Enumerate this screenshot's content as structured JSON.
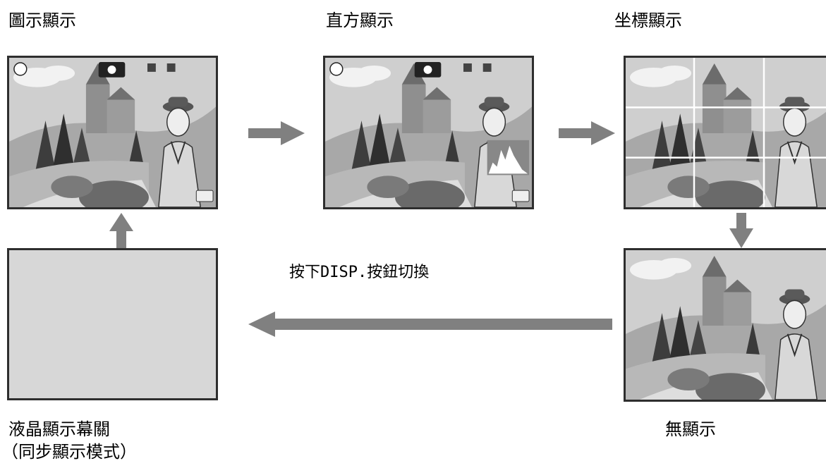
{
  "modes": {
    "icon_display": "圖示顯示",
    "histogram_display": "直方顯示",
    "grid_display": "坐標顯示",
    "no_display": "無顯示",
    "lcd_off_line1": "液晶顯示幕關",
    "lcd_off_line2": "（同步顯示模式）"
  },
  "caption": "按下DISP.按鈕切換",
  "colors": {
    "arrow": "#808080",
    "frame": "#2e2e2e",
    "blank_screen": "#d7d7d7"
  }
}
